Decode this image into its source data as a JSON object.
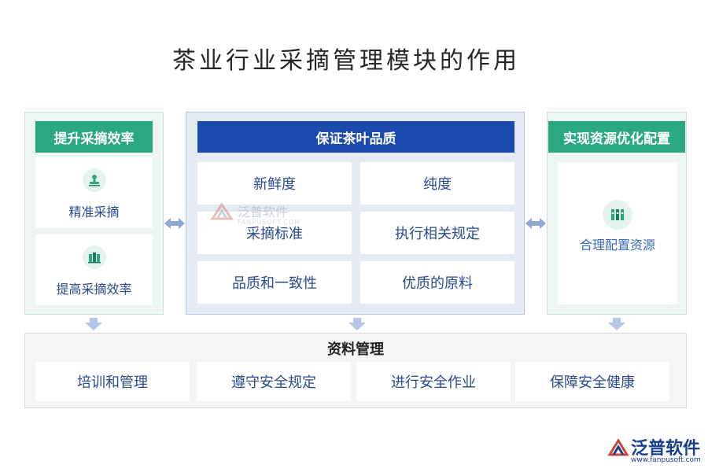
{
  "title": "茶业行业采摘管理模块的作用",
  "left": {
    "header": "提升采摘效率",
    "items": [
      {
        "label": "精准采摘",
        "icon": "stamp-icon"
      },
      {
        "label": "提高采摘效率",
        "icon": "books-icon"
      }
    ]
  },
  "center": {
    "header": "保证茶叶品质",
    "cells": [
      "新鲜度",
      "纯度",
      "采摘标准",
      "执行相关规定",
      "品质和一致性",
      "优质的原料"
    ]
  },
  "right": {
    "header": "实现资源优化配置",
    "items": [
      {
        "label": "合理配置资源",
        "icon": "binders-icon"
      }
    ]
  },
  "bottom": {
    "header": "资料管理",
    "cells": [
      "培训和管理",
      "遵守安全规定",
      "进行安全作业",
      "保障安全健康"
    ]
  },
  "watermark": {
    "text": "泛普软件",
    "sub": "FANPUSOFT.COM"
  },
  "brand": {
    "name": "泛普软件",
    "url": "www.fanpusoft.com"
  },
  "colors": {
    "green": "#2aa884",
    "blue": "#1a4aae",
    "text_blue": "#2b4a8e",
    "arrow": "#8ea8d6"
  }
}
